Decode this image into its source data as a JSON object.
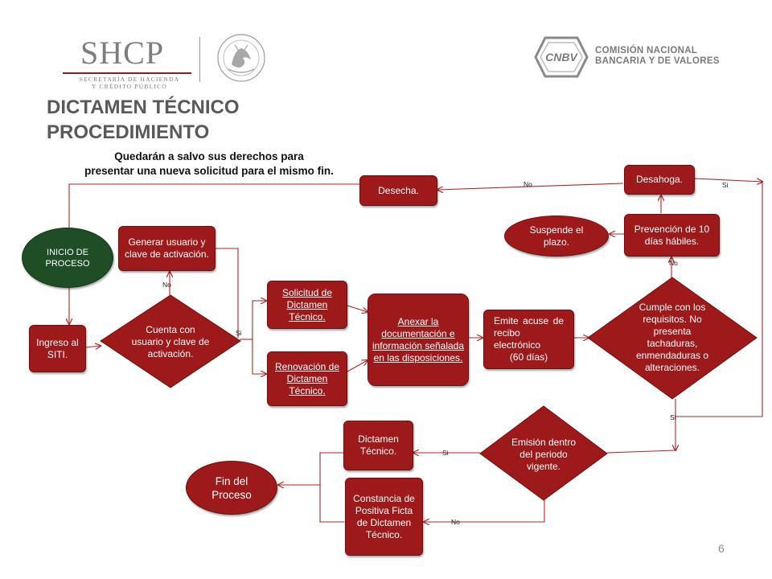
{
  "header": {
    "shcp_logo": "SHCP",
    "shcp_subtitle_1": "SECRETARÍA DE HACIENDA",
    "shcp_subtitle_2": "Y CRÉDITO PÚBLICO",
    "cnbv_logo": "CNBV",
    "cnbv_name_1": "COMISIÓN NACIONAL",
    "cnbv_name_2": "BANCARIA Y DE VALORES"
  },
  "title_1": "DICTAMEN TÉCNICO",
  "title_2": "PROCEDIMIENTO",
  "note_1": "Quedarán a salvo sus derechos para",
  "note_2": "presentar una nueva solicitud para el mismo fin.",
  "page_number": "6",
  "colors": {
    "accent": "#9e1a1a",
    "start": "#1e4d26",
    "connector": "#b22424"
  },
  "nodes": {
    "inicio": "INICIO DE PROCESO",
    "ingreso": "Ingreso al SITI.",
    "generar": "Generar usuario y clave de activación.",
    "cuenta": "Cuenta con usuario y clave de activación.",
    "solicitud": "Solicitud de Dictamen Técnico.",
    "renovacion": "Renovación de Dictamen Técnico.",
    "anexar": "Anexar la documentación e información señalada en las disposiciones.",
    "emite_1": "Emite acuse de recibo electrónico",
    "emite_2": "(60 días)",
    "cumple": "Cumple con los requisitos. No presenta tachaduras, enmendaduras o alteraciones.",
    "prevencion": "Prevención de 10 días hábiles.",
    "suspende": "Suspende el plazo.",
    "desahoga": "Desahoga.",
    "desecha": "Desecha.",
    "emision": "Emisión dentro del periodo vigente.",
    "dictamen": "Dictamen Técnico.",
    "constancia": "Constancia de Positiva Ficta de Dictamen Técnico.",
    "fin": "Fin del Proceso"
  },
  "labels": {
    "no_generar": "No",
    "si_cuenta": "Si",
    "no_desecha": "No",
    "si_desahoga": "Si",
    "no_prevencion": "No",
    "si_cumple": "Si",
    "si_dictamen": "Si",
    "no_constancia": "No"
  }
}
